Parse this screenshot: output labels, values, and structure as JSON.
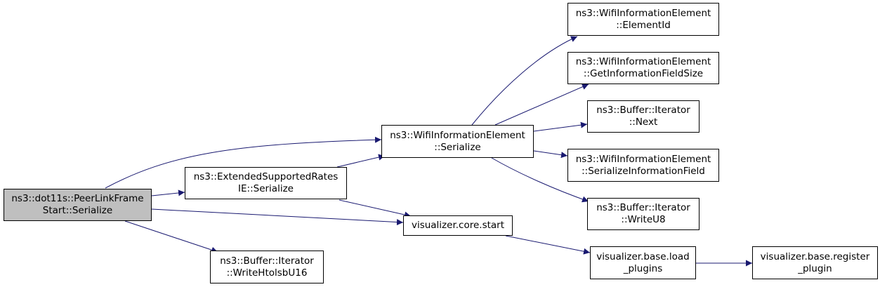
{
  "nodes": {
    "root": {
      "line1": "ns3::dot11s::PeerLinkFrame",
      "line2": "Start::Serialize"
    },
    "ext_rates": {
      "line1": "ns3::ExtendedSupportedRates",
      "line2": "IE::Serialize"
    },
    "wifi_serialize": {
      "line1": "ns3::WifiInformationElement",
      "line2": "::Serialize"
    },
    "write_htolsb": {
      "line1": "ns3::Buffer::Iterator",
      "line2": "::WriteHtolsbU16"
    },
    "vis_start": {
      "line1": "visualizer.core.start"
    },
    "element_id": {
      "line1": "ns3::WifiInformationElement",
      "line2": "::ElementId"
    },
    "get_info_size": {
      "line1": "ns3::WifiInformationElement",
      "line2": "::GetInformationFieldSize"
    },
    "iter_next": {
      "line1": "ns3::Buffer::Iterator",
      "line2": "::Next"
    },
    "serialize_info": {
      "line1": "ns3::WifiInformationElement",
      "line2": "::SerializeInformationField"
    },
    "write_u8": {
      "line1": "ns3::Buffer::Iterator",
      "line2": "::WriteU8"
    },
    "load_plugins": {
      "line1": "visualizer.base.load",
      "line2": "_plugins"
    },
    "register_plugin": {
      "line1": "visualizer.base.register",
      "line2": "_plugin"
    }
  },
  "colors": {
    "edge": "#191970",
    "root_fill": "#bfbfbf",
    "node_fill": "#ffffff",
    "border": "#000000"
  }
}
